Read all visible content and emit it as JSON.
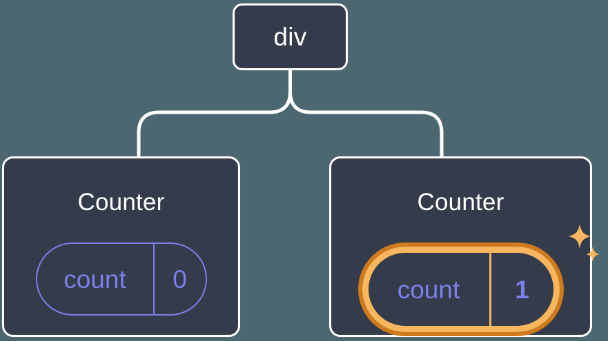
{
  "diagram": {
    "type": "component-tree",
    "background_color": "#4c676f",
    "node_fill_color": "#343b4a",
    "node_border_color": "#ffffff",
    "connector_color": "#ffffff",
    "state_color": "#7b80ea",
    "highlight_outer_color": "#cf7a1c",
    "highlight_inner_color": "#f8b75e",
    "root": {
      "label": "div"
    },
    "children": [
      {
        "label": "Counter",
        "state": {
          "key": "count",
          "value": "0"
        },
        "highlighted": false
      },
      {
        "label": "Counter",
        "state": {
          "key": "count",
          "value": "1"
        },
        "highlighted": true,
        "sparkle_icons": [
          "sparkle-large",
          "sparkle-small"
        ]
      }
    ]
  }
}
